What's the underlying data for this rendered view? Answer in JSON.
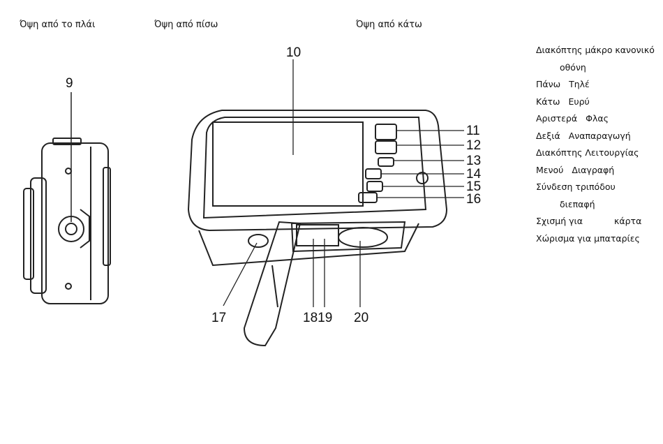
{
  "captions": {
    "side": "Όψη από το πλάι",
    "back": "Όψη από πίσω",
    "bottom": "Όψη από κάτω"
  },
  "callouts": {
    "n9": "9",
    "n10": "10",
    "n11": "11",
    "n12": "12",
    "n13": "13",
    "n14": "14",
    "n15": "15",
    "n16": "16",
    "n17": "17",
    "n1819": "1819",
    "n20": "20"
  },
  "legend": {
    "l1": "Διακόπτης μάκρο κανονικό",
    "l1b": "οθόνη",
    "l2a": "Πάνω",
    "l2b": "Τηλέ",
    "l3a": "Κάτω",
    "l3b": "Ευρύ",
    "l4a": "Αριστερά",
    "l4b": "Φλας",
    "l5a": "Δεξιά",
    "l5b": "Αναπαραγωγή",
    "l6": "Διακόπτης Λειτουργίας",
    "l7a": "Μενού",
    "l7b": "Διαγραφή",
    "l8": "Σύνδεση τριπόδου",
    "l8b": "διεπαφή",
    "l9a": "Σχισμή για",
    "l9b": "κάρτα",
    "l10": "Χώρισμα για μπαταρίες"
  }
}
